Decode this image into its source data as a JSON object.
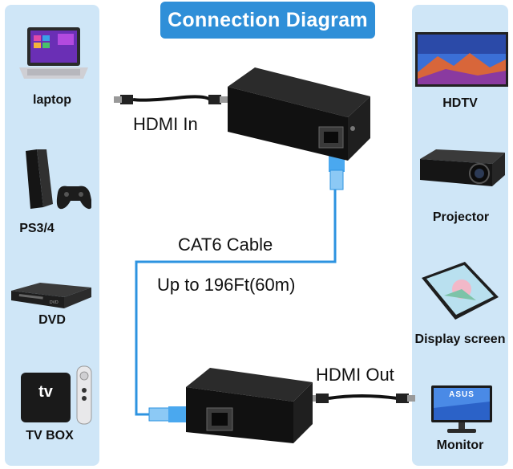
{
  "title": "Connection Diagram",
  "sources": [
    {
      "label": "laptop",
      "icon": "laptop-icon"
    },
    {
      "label": "PS3/4",
      "icon": "game-console-icon"
    },
    {
      "label": "DVD",
      "icon": "dvd-player-icon"
    },
    {
      "label": "TV BOX",
      "icon": "tv-box-icon"
    }
  ],
  "displays": [
    {
      "label": "HDTV",
      "icon": "hdtv-icon"
    },
    {
      "label": "Projector",
      "icon": "projector-icon"
    },
    {
      "label": "Display screen",
      "icon": "tablet-icon"
    },
    {
      "label": "Monitor",
      "icon": "monitor-icon"
    }
  ],
  "hdmi_in_label": "HDMI In",
  "hdmi_out_label": "HDMI Out",
  "cable_label": "CAT6 Cable",
  "distance_label": "Up to 196Ft(60m)",
  "tv_box_logo": "tv",
  "monitor_brand": "ASUS",
  "colors": {
    "title_bg": "#2f8fd8",
    "panel_bg": "#cfe6f7",
    "cable": "#2d93e0"
  }
}
